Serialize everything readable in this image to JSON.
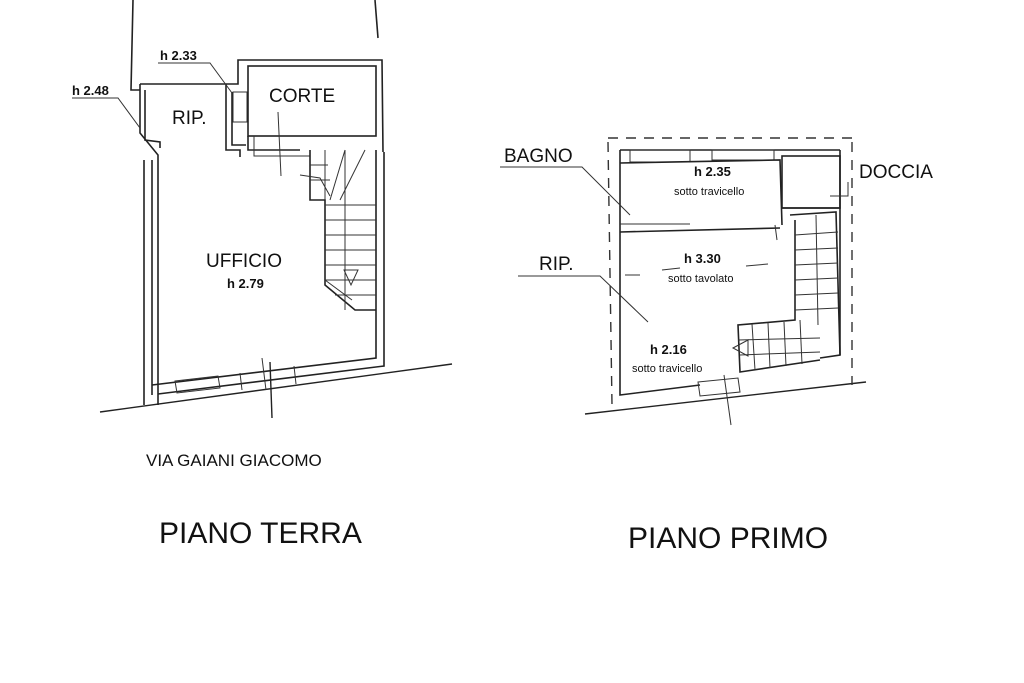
{
  "ground_floor": {
    "title": "PIANO TERRA",
    "street": "VIA GAIANI GIACOMO",
    "rooms": {
      "rip": "RIP.",
      "corte": "CORTE",
      "ufficio": "UFFICIO",
      "ufficio_height": "h 2.79"
    },
    "heights": {
      "rip": "h 2.48",
      "passage": "h 2.33"
    }
  },
  "first_floor": {
    "title": "PIANO PRIMO",
    "rooms": {
      "bagno": "BAGNO",
      "doccia": "DOCCIA",
      "rip": "RIP."
    },
    "heights": {
      "bagno": "h 2.35",
      "bagno_note": "sotto travicello",
      "center": "h 3.30",
      "center_note": "sotto tavolato",
      "front": "h 2.16",
      "front_note": "sotto travicello"
    }
  }
}
